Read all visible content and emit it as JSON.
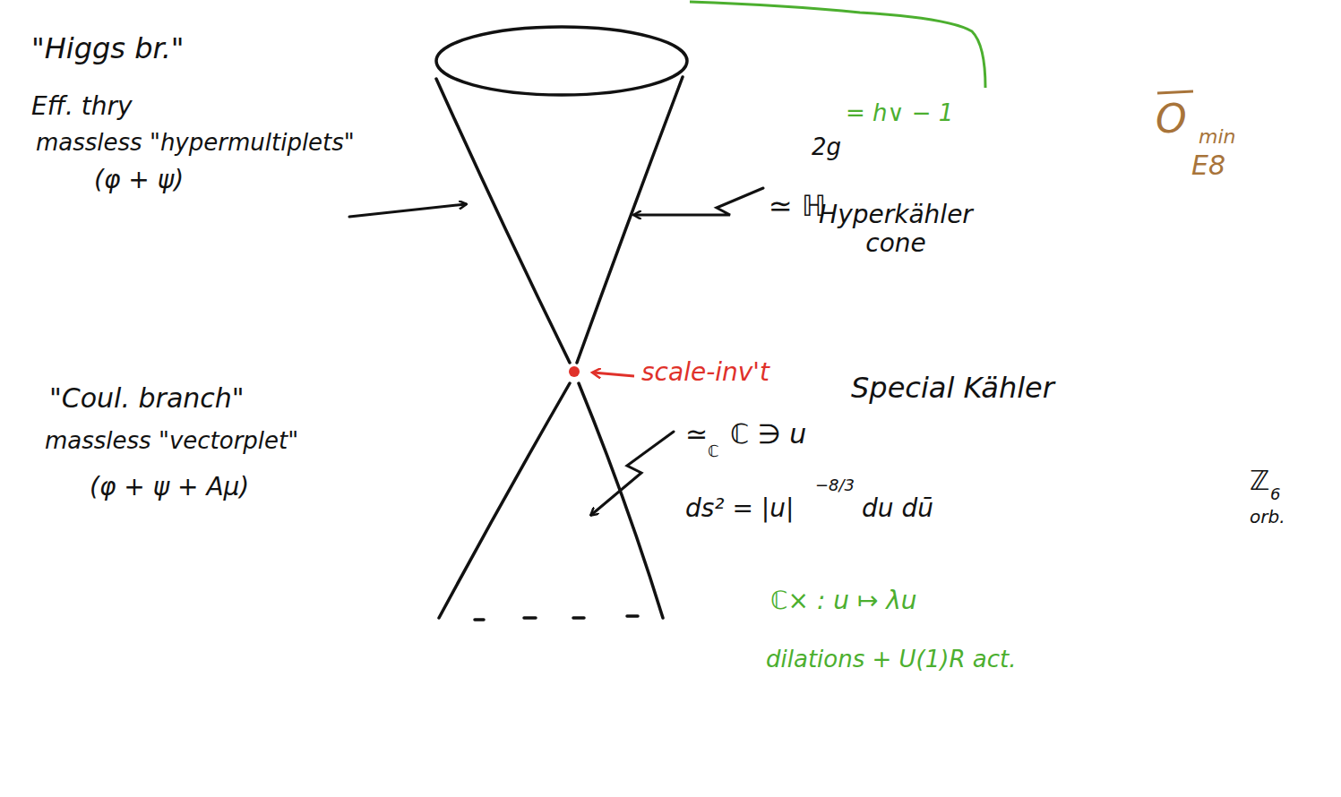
{
  "diagram": {
    "labels": [
      "\"Higgs br.\"",
      "Eff. thry",
      "massless \"hypermultiplets\"",
      "(φ + ψ)",
      "≃ ℍ",
      "2g",
      "= h∨ − 1",
      "Hyperkähler cone",
      "O",
      "min",
      "E8",
      "scale-inv't",
      "\"Coul. branch\"",
      "massless \"vectorplet\"",
      "(φ + ψ + Aμ)",
      "≃",
      "ℂ",
      "ℂ ∋ u",
      "Special Kähler",
      "ds² = |u|",
      "−8/3",
      "du dū",
      "ℤ",
      "6",
      "orb.",
      "ℂ× : u ↦ λu",
      "dilations + U(1)R act."
    ]
  }
}
